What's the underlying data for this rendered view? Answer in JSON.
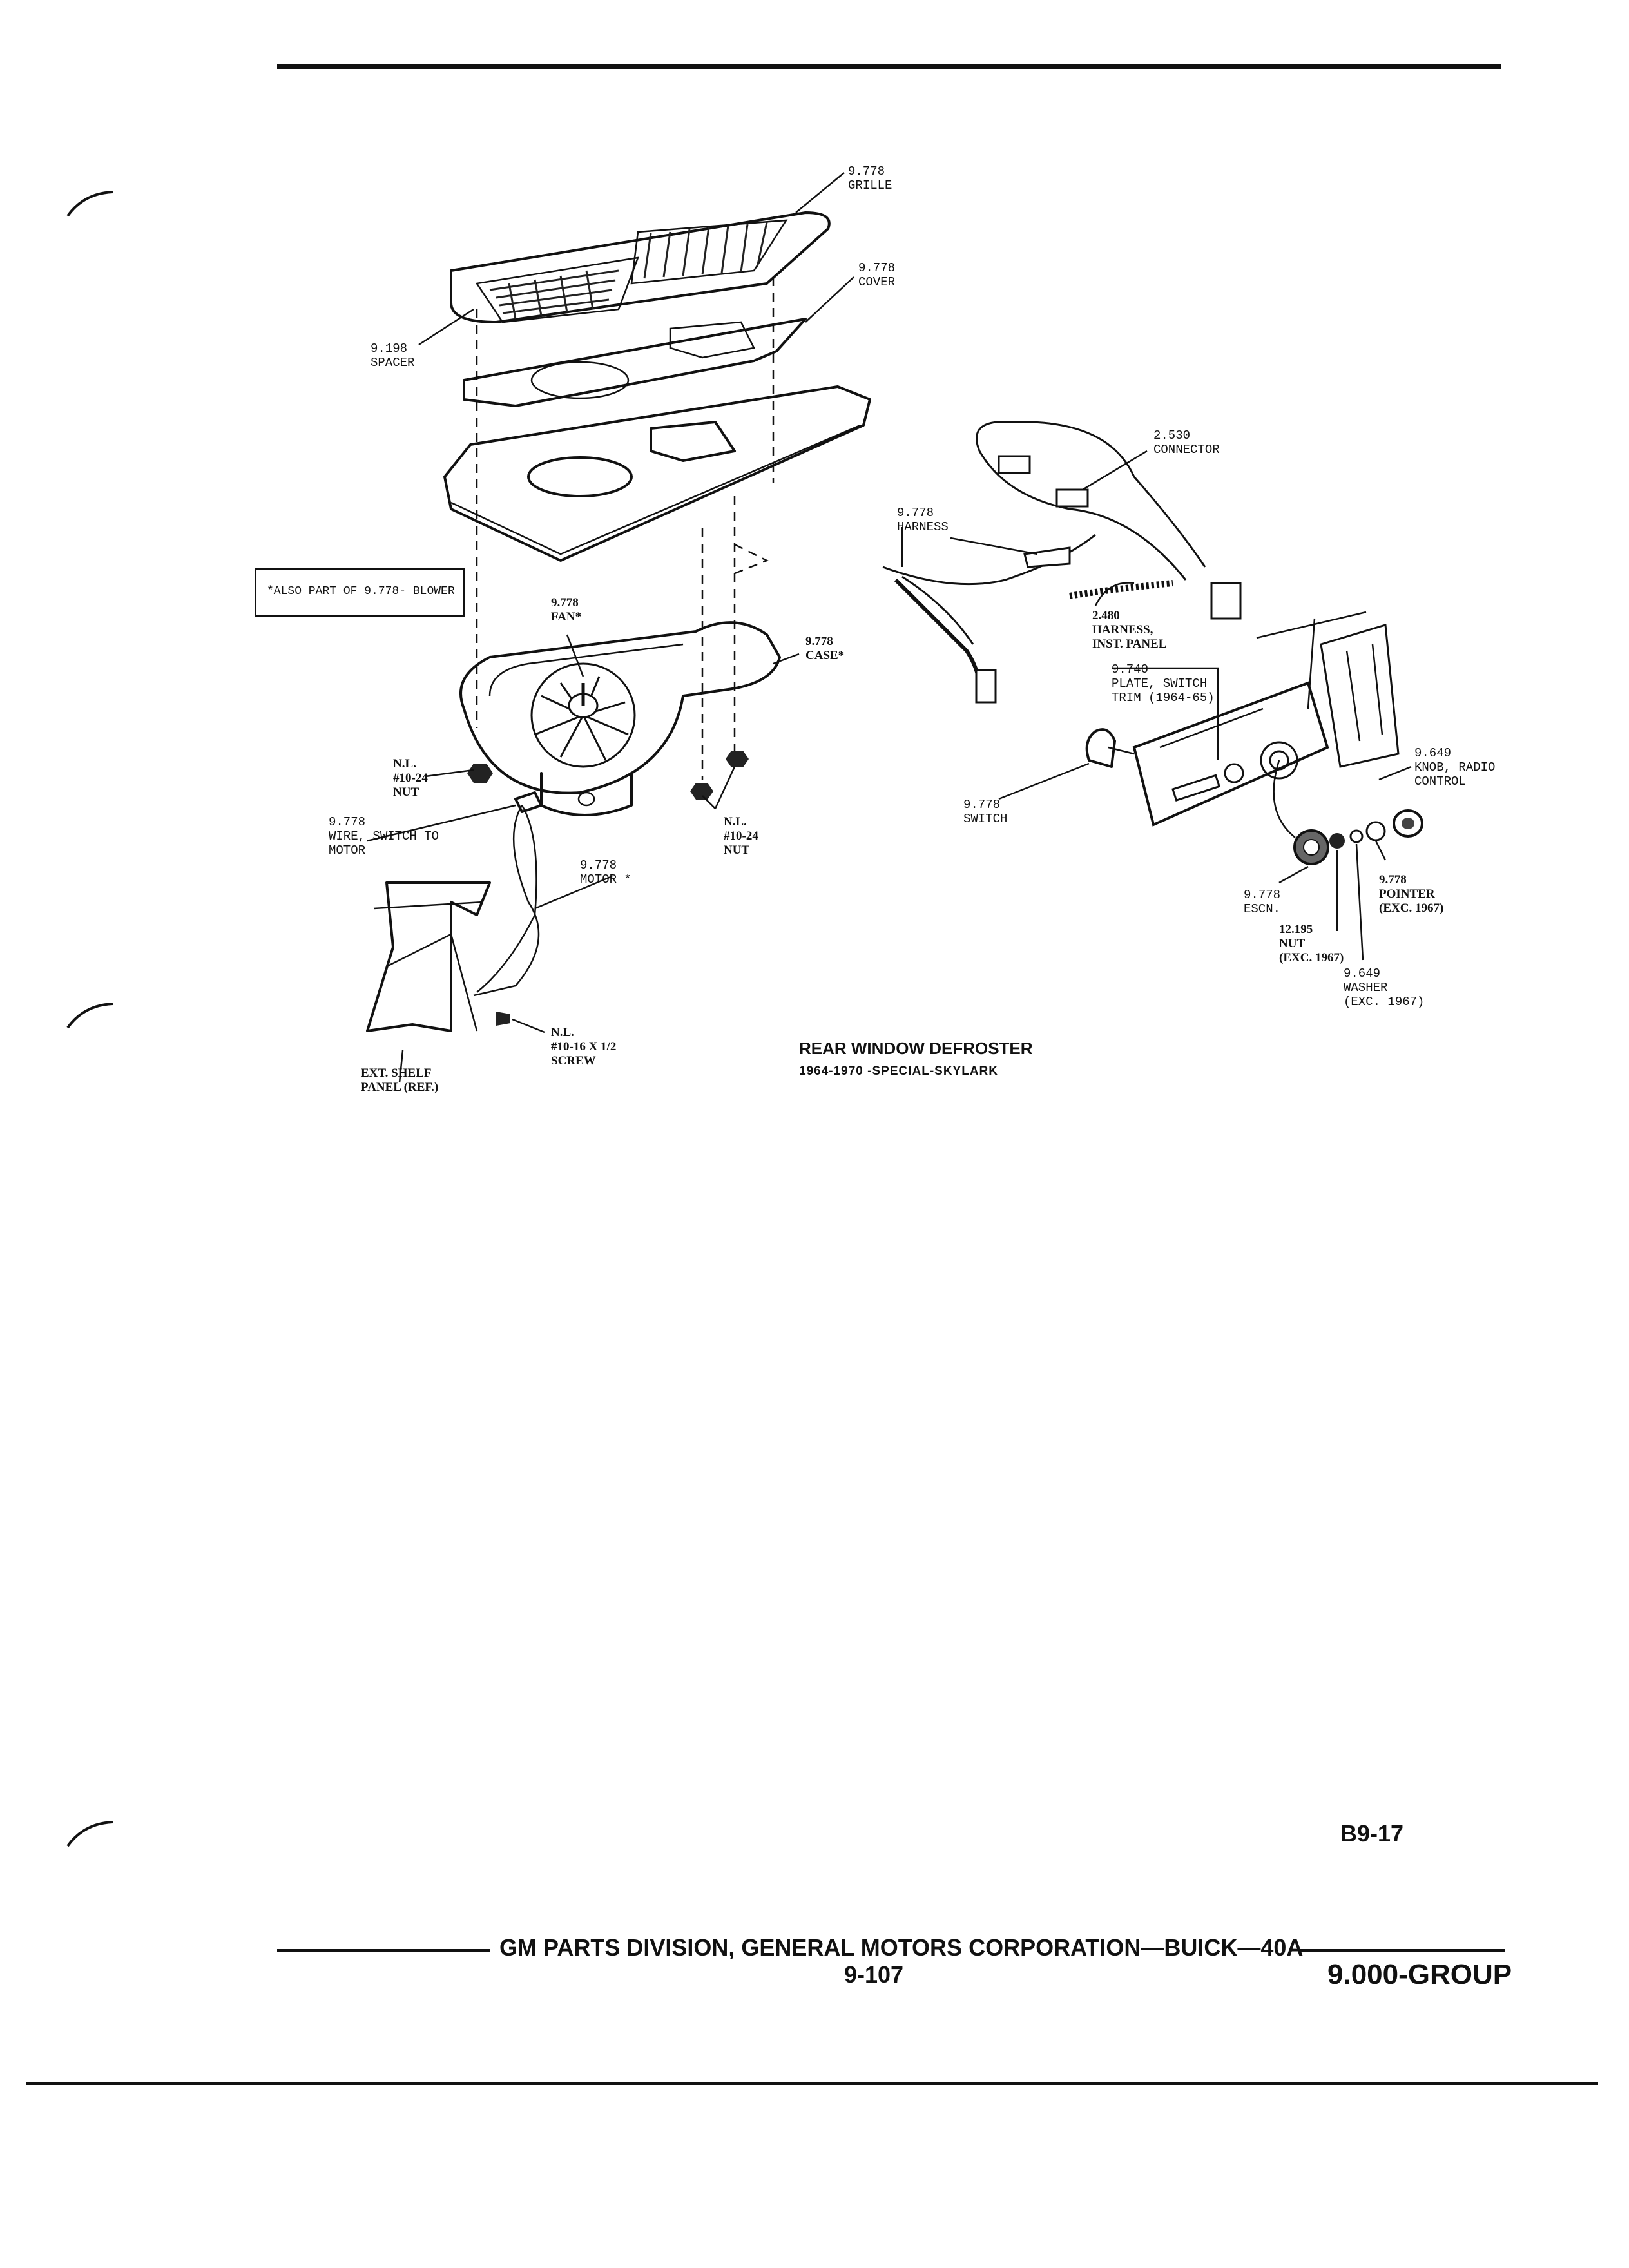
{
  "box_note": "*ALSO PART OF 9.778- BLOWER",
  "labels": {
    "grille": "9.778\nGRILLE",
    "cover": "9.778\nCOVER",
    "spacer": "9.198\nSPACER",
    "connector": "2.530\nCONNECTOR",
    "harness": "9.778\nHARNESS",
    "fan": "9.778\nFAN*",
    "case": "9.778\nCASE*",
    "harness_inst": "2.480\nHARNESS,\nINST. PANEL",
    "plate": "9.740\nPLATE, SWITCH\nTRIM (1964-65)",
    "nut_left": "N.L.\n#10-24\nNUT",
    "nut_right": "N.L.\n#10-24\nNUT",
    "wire": "9.778\nWIRE, SWITCH TO\nMOTOR",
    "motor": "9.778\nMOTOR *",
    "switch": "9.778\nSWITCH",
    "knob": "9.649\nKNOB, RADIO\nCONTROL",
    "escn": "9.778\nESCN.",
    "pointer": "9.778\nPOINTER\n(EXC. 1967)",
    "nut_12": "12.195\nNUT\n(EXC. 1967)",
    "washer": "9.649\nWASHER\n(EXC. 1967)",
    "screw": "N.L.\n#10-16 x 1/2\nSCREW",
    "shelf": "EXT. SHELF\nPANEL (REF.)"
  },
  "title": "REAR WINDOW DEFROSTER",
  "subtitle": "1964-1970 -SPECIAL-SKYLARK",
  "page_id": "B9-17",
  "footer": {
    "publisher": "GM PARTS DIVISION, GENERAL MOTORS CORPORATION—BUICK—40A",
    "page_number": "9-107",
    "group": "9.000-GROUP"
  }
}
